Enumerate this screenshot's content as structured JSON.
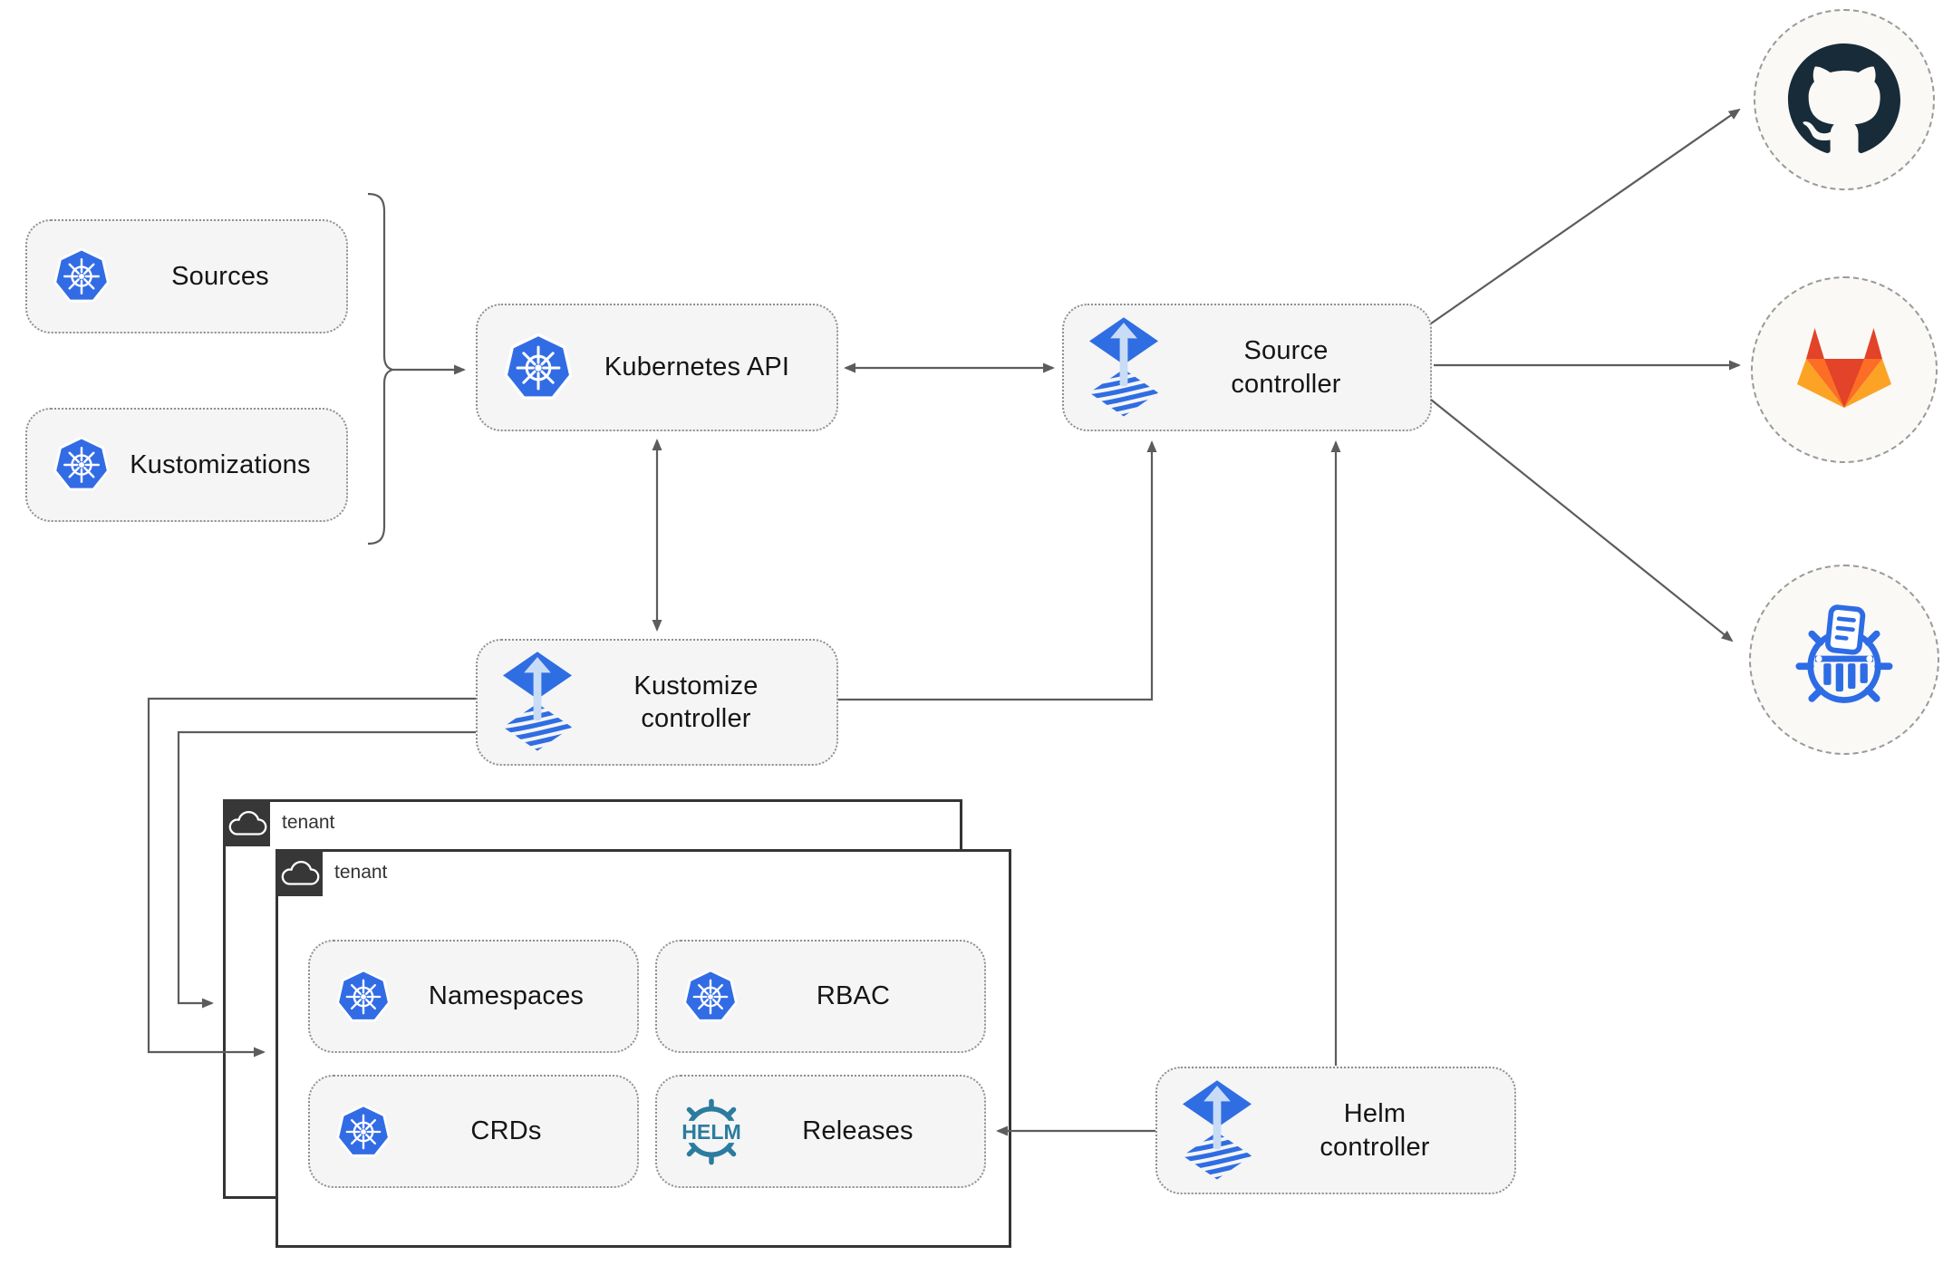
{
  "diagram": {
    "nodes": {
      "sources": {
        "label": "Sources",
        "icon": "kubernetes"
      },
      "kustomizations": {
        "label": "Kustomizations",
        "icon": "kubernetes"
      },
      "kubernetes_api": {
        "label": "Kubernetes API",
        "icon": "kubernetes"
      },
      "source_controller": {
        "label": "Source\ncontroller",
        "icon": "flux"
      },
      "kustomize_controller": {
        "label": "Kustomize\ncontroller",
        "icon": "flux"
      },
      "helm_controller": {
        "label": "Helm\ncontroller",
        "icon": "flux"
      },
      "namespaces": {
        "label": "Namespaces",
        "icon": "kubernetes"
      },
      "rbac": {
        "label": "RBAC",
        "icon": "kubernetes"
      },
      "crds": {
        "label": "CRDs",
        "icon": "kubernetes"
      },
      "releases": {
        "label": "Releases",
        "icon": "helm-wheel"
      }
    },
    "groups": {
      "tenant_outer": {
        "label": "tenant",
        "icon": "cloud"
      },
      "tenant_inner": {
        "label": "tenant",
        "icon": "cloud"
      }
    },
    "external": {
      "github": {
        "icon": "github-octocat"
      },
      "gitlab": {
        "icon": "gitlab-tanuki"
      },
      "harbor": {
        "icon": "harbor-registry"
      }
    },
    "icon_text": {
      "helm_logo": "HELM"
    },
    "edges": [
      {
        "from": "sources & kustomizations bracket",
        "to": "kubernetes_api",
        "style": "arrow"
      },
      {
        "from": "kubernetes_api",
        "to": "source_controller",
        "style": "double-arrow"
      },
      {
        "from": "kubernetes_api",
        "to": "kustomize_controller",
        "style": "double-arrow"
      },
      {
        "from": "kustomize_controller",
        "to": "source_controller",
        "style": "arrow"
      },
      {
        "from": "helm_controller",
        "to": "source_controller",
        "style": "arrow"
      },
      {
        "from": "source_controller",
        "to": "github",
        "style": "arrow"
      },
      {
        "from": "source_controller",
        "to": "gitlab",
        "style": "arrow"
      },
      {
        "from": "source_controller",
        "to": "harbor",
        "style": "arrow"
      },
      {
        "from": "kustomize_controller",
        "to": "tenant_outer",
        "style": "arrow"
      },
      {
        "from": "kustomize_controller",
        "to": "tenant_inner",
        "style": "arrow"
      },
      {
        "from": "helm_controller",
        "to": "releases",
        "style": "arrow"
      }
    ],
    "colors": {
      "kubernetes_blue": "#326CE5",
      "flux_blue": "#2F6DE3",
      "flux_light": "#C9DCF6",
      "helm_teal": "#2B7C9E",
      "github_dark": "#182B38",
      "gitlab_red": "#E24329",
      "gitlab_orange": "#FC6D26",
      "gitlab_yellow": "#FCA326",
      "harbor_blue": "#2D6CE5",
      "line_gray": "#5C5C5C",
      "node_fill": "#F5F5F5",
      "tenant_dark": "#373737"
    }
  }
}
